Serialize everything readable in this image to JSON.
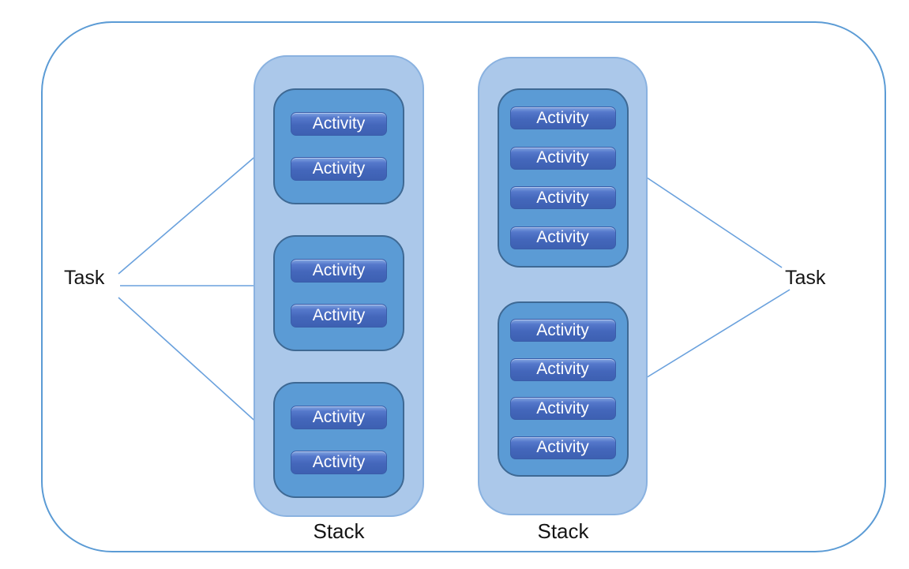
{
  "labels": {
    "task_left": "Task",
    "task_right": "Task",
    "activity": "Activity",
    "stack_left": "Stack",
    "stack_right": "Stack"
  },
  "structure": {
    "left_stack": {
      "label": "Stack",
      "group_activity_counts": [
        2,
        2,
        2
      ]
    },
    "right_stack": {
      "label": "Stack",
      "group_activity_counts": [
        4,
        4
      ]
    },
    "left_task_arrow_count": 3,
    "right_task_arrow_count": 2
  },
  "colors": {
    "frame_border": "#5b9bd5",
    "stack_fill": "#abc8ea",
    "stack_border": "#8ab2e0",
    "group_fill": "#5b9bd5",
    "group_border": "#3e6994",
    "activity_fill_top": "#83a6e2",
    "activity_fill_bottom": "#3d60b2",
    "activity_text": "#ffffff",
    "arrow": "#6aa1dd",
    "label_text": "#141414",
    "background": "#ffffff"
  }
}
